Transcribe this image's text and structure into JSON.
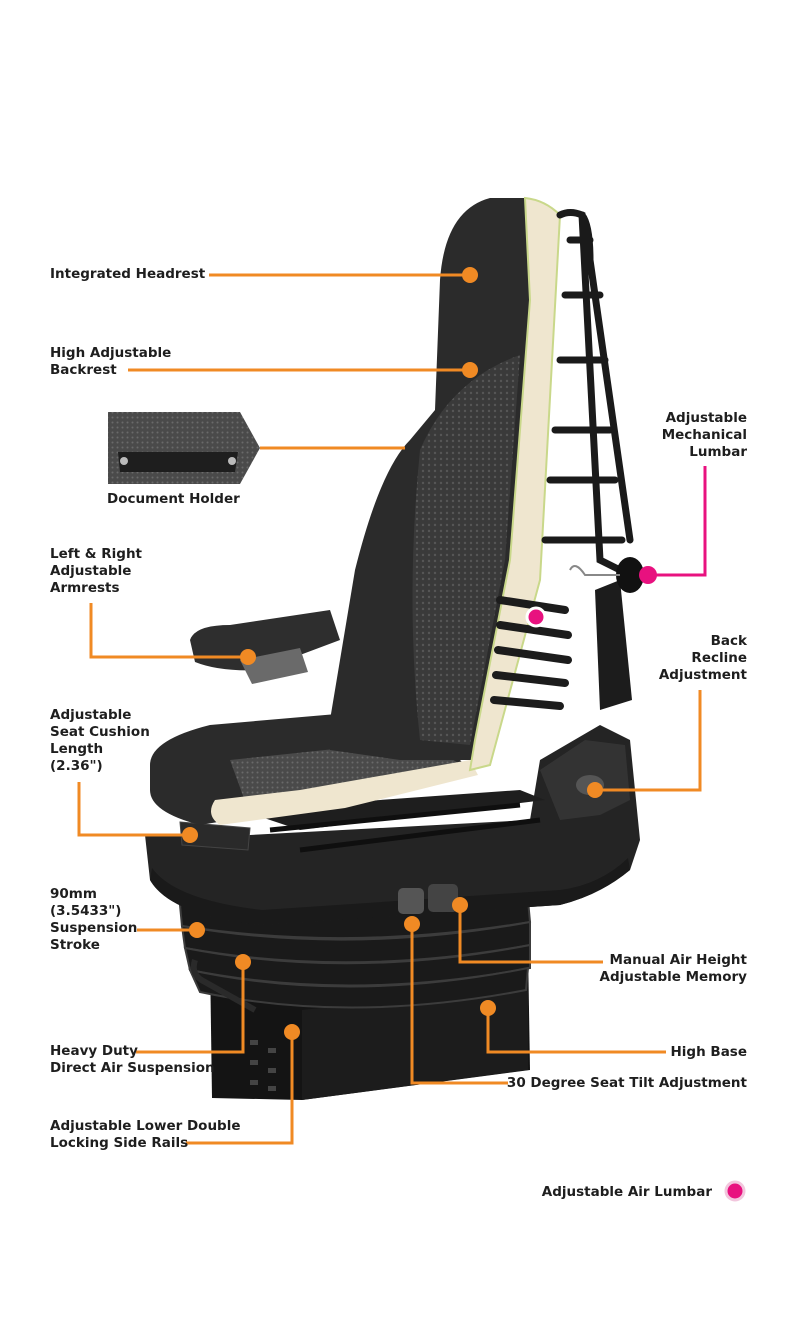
{
  "labels": {
    "integrated_headrest": "Integrated Headrest",
    "high_backrest": [
      "High Adjustable",
      "Backrest"
    ],
    "document_holder": "Document Holder",
    "armrests": [
      "Left & Right",
      "Adjustable",
      "Armrests"
    ],
    "seat_cushion": [
      "Adjustable",
      "Seat Cushion",
      "Length",
      "(2.36\")"
    ],
    "suspension_stroke": [
      "90mm",
      "(3.5433\")",
      "Suspension",
      "Stroke"
    ],
    "heavy_duty": [
      "Heavy Duty",
      "Direct Air Suspension"
    ],
    "side_rails": [
      "Adjustable Lower Double",
      "Locking Side Rails"
    ],
    "mechanical_lumbar": [
      "Adjustable",
      "Mechanical",
      "Lumbar"
    ],
    "back_recline": [
      "Back",
      "Recline",
      "Adjustment"
    ],
    "manual_air_height": [
      "Manual Air Height",
      "Adjustable Memory"
    ],
    "high_base": "High Base",
    "seat_tilt": "30 Degree Seat Tilt Adjustment"
  },
  "legend": {
    "air_lumbar": "Adjustable Air Lumbar"
  },
  "colors": {
    "callout": "#f08a24",
    "air_lumbar": "#e8117f",
    "text": "#1e1e1e",
    "foam": "#efe6cf",
    "fabric": "#2b2b2b"
  }
}
